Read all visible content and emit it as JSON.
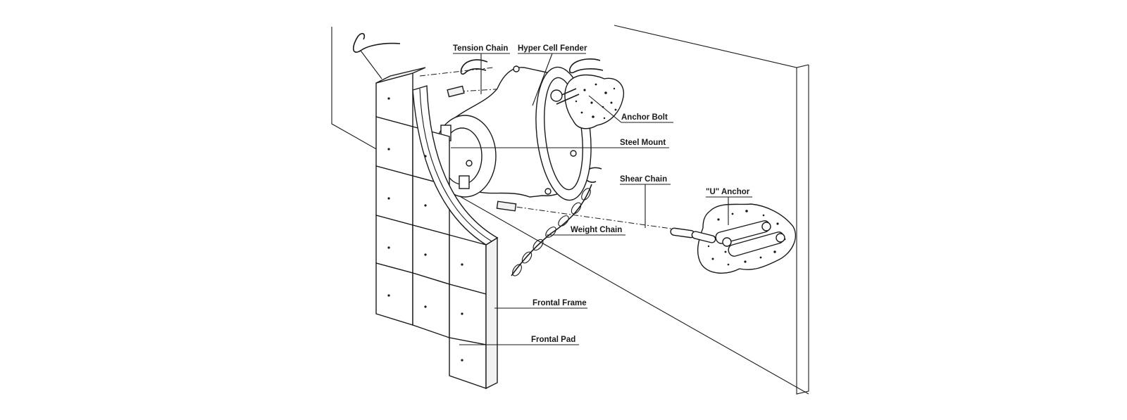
{
  "labels": {
    "tension_chain": "Tension Chain",
    "hyper_cell_fender": "Hyper Cell Fender",
    "anchor_bolt": "Anchor Bolt",
    "steel_mount": "Steel Mount",
    "shear_chain": "Shear Chain",
    "u_anchor": "\"U\" Anchor",
    "weight_chain": "Weight Chain",
    "frontal_frame": "Frontal Frame",
    "frontal_pad": "Frontal Pad"
  },
  "colors": {
    "ink": "#1a1a1a",
    "paper": "#ffffff",
    "concrete": "#ffffff"
  }
}
